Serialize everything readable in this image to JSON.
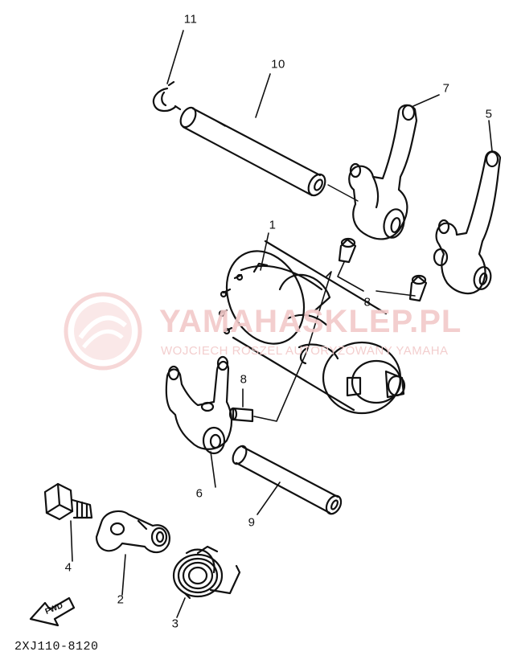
{
  "callouts": {
    "c1": "1",
    "c2": "2",
    "c3": "3",
    "c4": "4",
    "c5": "5",
    "c6": "6",
    "c7": "7",
    "c8a": "8",
    "c8b": "8",
    "c9": "9",
    "c10": "10",
    "c11": "11"
  },
  "diagram_code": "2XJ110-8120",
  "fwd_label": "FWD",
  "watermark": {
    "brand": "YAMAHASKLEP.PL",
    "subtitle": "WOJCIECH ROSZEL AUTORYZOWANY YAMAHA"
  },
  "colors": {
    "ink": "#111111",
    "watermark": "#f2c9c9",
    "background": "#ffffff"
  }
}
